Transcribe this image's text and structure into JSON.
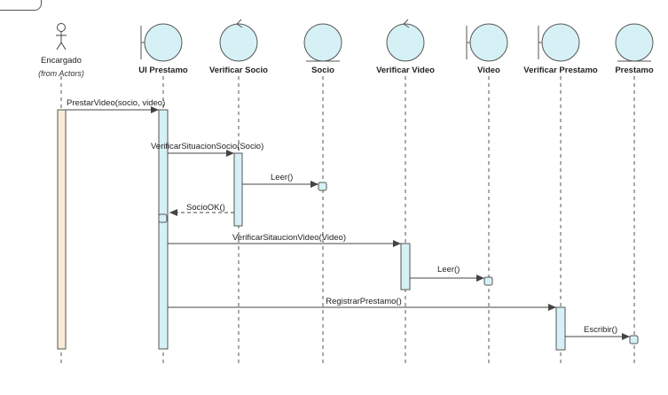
{
  "diagram": {
    "colors": {
      "boundary_fill": "#d6f1f5",
      "actor_bar_fill": "#f7ecd8",
      "line": "#555555",
      "arrow": "#444444"
    },
    "actor": {
      "name": "Encargado",
      "note": "(from Actors)"
    },
    "lifelines": [
      {
        "name": "UI Prestamo",
        "shape": "boundary"
      },
      {
        "name": "Verificar Socio",
        "shape": "control"
      },
      {
        "name": "Socio",
        "shape": "entity"
      },
      {
        "name": "Verificar Video",
        "shape": "control"
      },
      {
        "name": "Video",
        "shape": "boundary"
      },
      {
        "name": "Verificar Prestamo",
        "shape": "boundary"
      },
      {
        "name": "Prestamo",
        "shape": "entity"
      }
    ],
    "messages": [
      {
        "label": "PrestarVideo(socio, video)"
      },
      {
        "label": "VerificarSituacionSocio(Socio)"
      },
      {
        "label": "Leer()"
      },
      {
        "label": "SocioOK()"
      },
      {
        "label": "VerificarSitaucionVideo(Video)"
      },
      {
        "label": "Leer()"
      },
      {
        "label": "RegistrarPrestamo()"
      },
      {
        "label": "Escribir()"
      }
    ]
  }
}
